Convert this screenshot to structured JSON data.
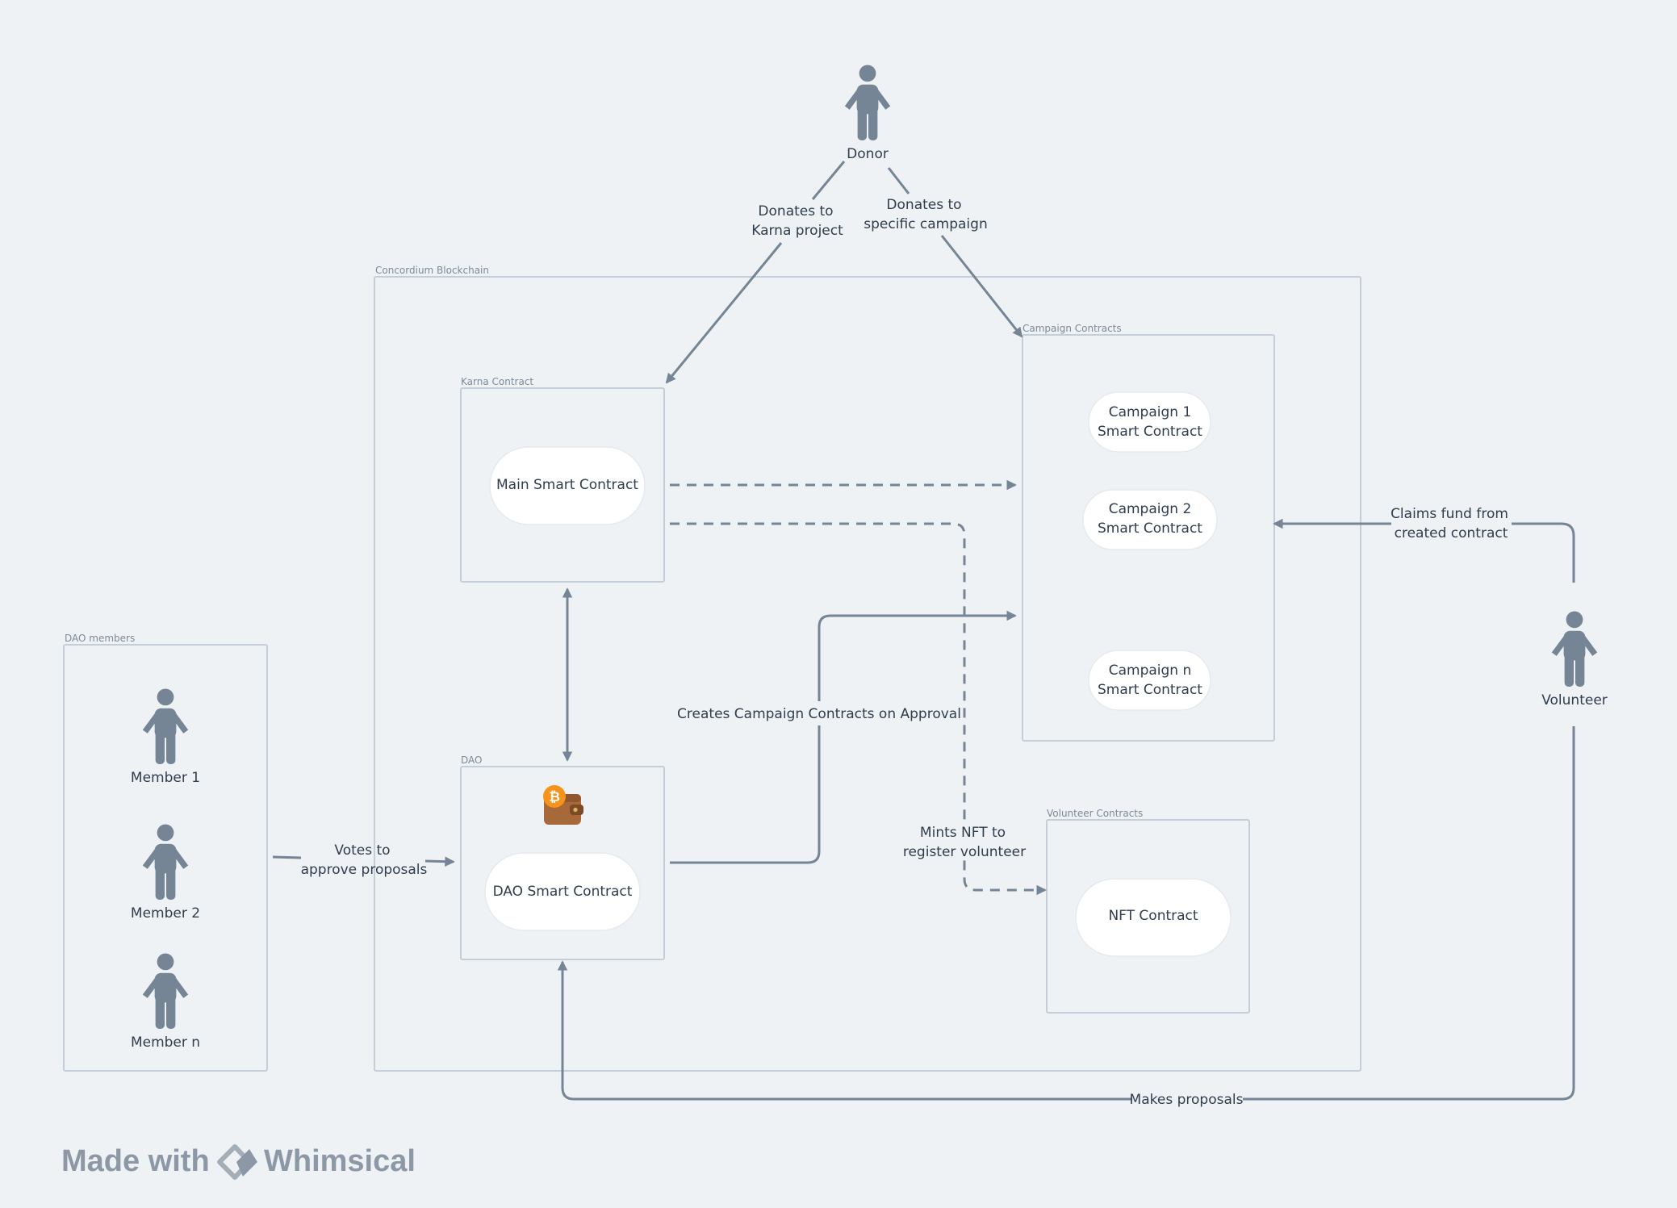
{
  "groups": {
    "blockchain": "Concordium Blockchain",
    "karna": "Karna Contract",
    "campaigns": "Campaign Contracts",
    "dao": "DAO",
    "volunteer_contracts": "Volunteer Contracts",
    "dao_members": "DAO members"
  },
  "nodes": {
    "main_contract": "Main Smart Contract",
    "campaign_1": [
      "Campaign 1",
      "Smart Contract"
    ],
    "campaign_2": [
      "Campaign 2",
      "Smart Contract"
    ],
    "campaign_n": [
      "Campaign n",
      "Smart Contract"
    ],
    "dao_contract": "DAO Smart Contract",
    "nft_contract": "NFT Contract"
  },
  "actors": {
    "donor": "Donor",
    "volunteer": "Volunteer",
    "member_1": "Member 1",
    "member_2": "Member 2",
    "member_n": "Member n"
  },
  "edges": {
    "donates_karna": [
      "Donates to",
      "Karna project"
    ],
    "donates_campaign": [
      "Donates to",
      "specific campaign"
    ],
    "claims_fund": [
      "Claims fund from",
      "created contract"
    ],
    "creates_campaigns": "Creates Campaign Contracts on Approval",
    "mints_nft": [
      "Mints NFT to",
      "register volunteer"
    ],
    "votes": [
      "Votes to",
      "approve proposals"
    ],
    "makes_proposals": "Makes proposals"
  },
  "icons": {
    "actor": "person-icon",
    "dao_wallet": "bitcoin-wallet-icon",
    "brand": "whimsical-logo-icon"
  },
  "watermark": {
    "made_with": "Made with",
    "brand": "Whimsical"
  },
  "colors": {
    "background": "#eef2f5",
    "connector": "#758596",
    "border": "#c3ced8",
    "wallet": "#a8693a",
    "bitcoin": "#f7931a"
  }
}
